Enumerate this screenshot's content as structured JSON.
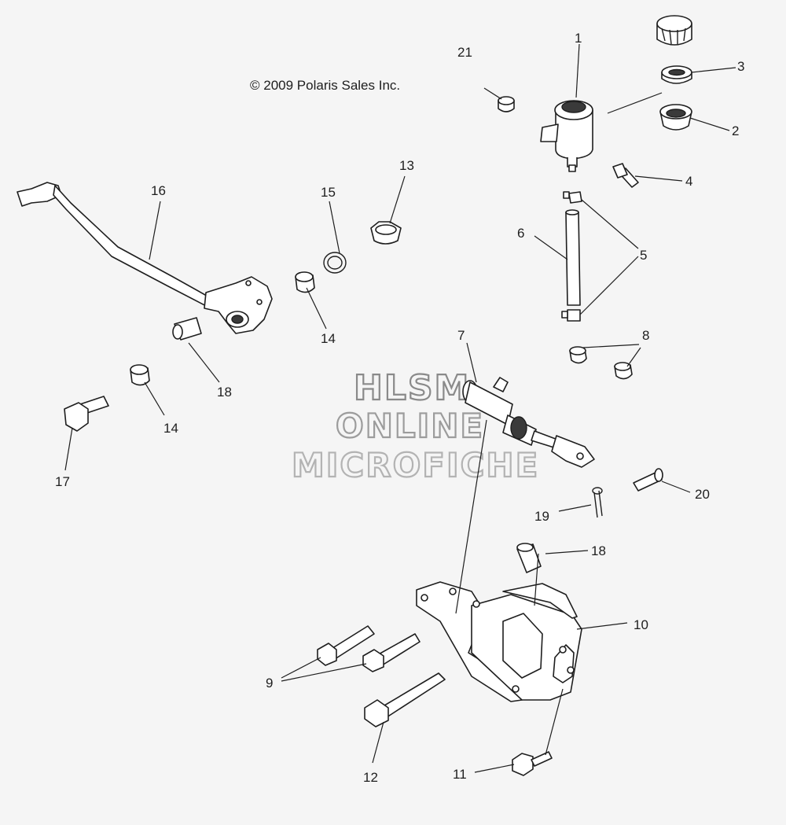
{
  "copyright": "© 2009 Polaris Sales Inc.",
  "watermark": {
    "line1": "HLSM",
    "line2": "ONLINE",
    "line3": "MICROFICHE"
  },
  "callouts": [
    {
      "id": "c1",
      "label": "1"
    },
    {
      "id": "c2",
      "label": "2"
    },
    {
      "id": "c3",
      "label": "3"
    },
    {
      "id": "c4",
      "label": "4"
    },
    {
      "id": "c5",
      "label": "5"
    },
    {
      "id": "c6",
      "label": "6"
    },
    {
      "id": "c7",
      "label": "7"
    },
    {
      "id": "c8",
      "label": "8"
    },
    {
      "id": "c9",
      "label": "9"
    },
    {
      "id": "c10",
      "label": "10"
    },
    {
      "id": "c11",
      "label": "11"
    },
    {
      "id": "c12",
      "label": "12"
    },
    {
      "id": "c13",
      "label": "13"
    },
    {
      "id": "c14a",
      "label": "14"
    },
    {
      "id": "c14b",
      "label": "14"
    },
    {
      "id": "c15",
      "label": "15"
    },
    {
      "id": "c16",
      "label": "16"
    },
    {
      "id": "c17",
      "label": "17"
    },
    {
      "id": "c18a",
      "label": "18"
    },
    {
      "id": "c18b",
      "label": "18"
    },
    {
      "id": "c19",
      "label": "19"
    },
    {
      "id": "c20",
      "label": "20"
    },
    {
      "id": "c21",
      "label": "21"
    }
  ]
}
